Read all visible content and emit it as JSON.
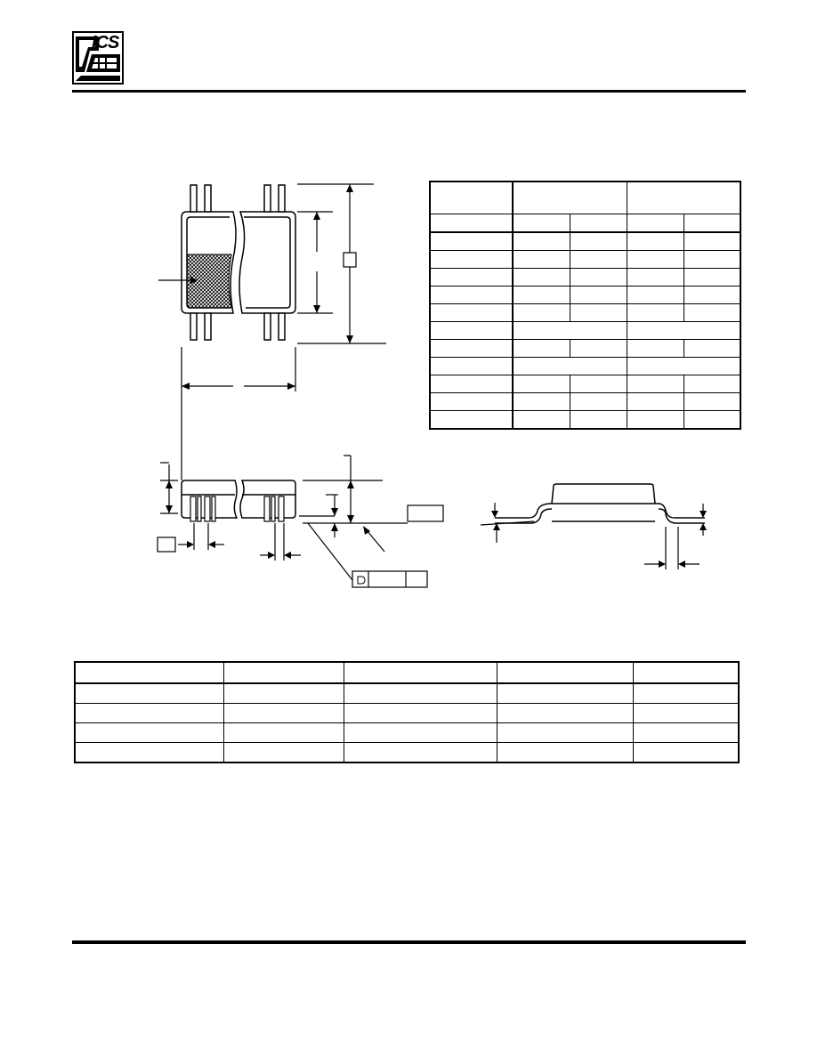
{
  "header": {
    "logo_text": "ICS"
  },
  "dimensions_table": {
    "rows": 12,
    "columns": 5
  },
  "ordering_table": {
    "rows": 5,
    "columns": 5
  }
}
